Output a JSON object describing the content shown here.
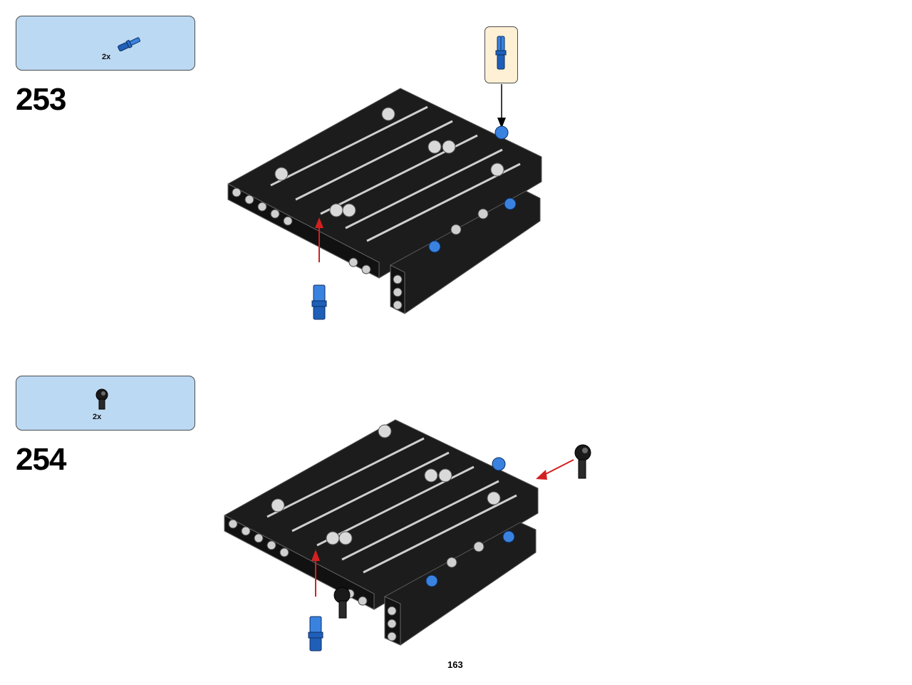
{
  "steps": [
    {
      "number": "253",
      "parts": [
        {
          "quantity": "2x",
          "icon": "blue-axle-pin-icon",
          "color": "#1f5fb8"
        }
      ],
      "callout": {
        "quantity": "",
        "icon": "blue-axle-pin-icon"
      }
    },
    {
      "number": "254",
      "parts": [
        {
          "quantity": "2x",
          "icon": "black-angle-connector-icon",
          "color": "#1a1a1a"
        }
      ]
    }
  ],
  "page": {
    "number": "163"
  },
  "colors": {
    "parts_box": "#bcd9f3",
    "callout_box": "#fdf0d4",
    "beam_black": "#1c1c1c",
    "pin_blue": "#1f5fb8",
    "arrow_red": "#d32020"
  }
}
